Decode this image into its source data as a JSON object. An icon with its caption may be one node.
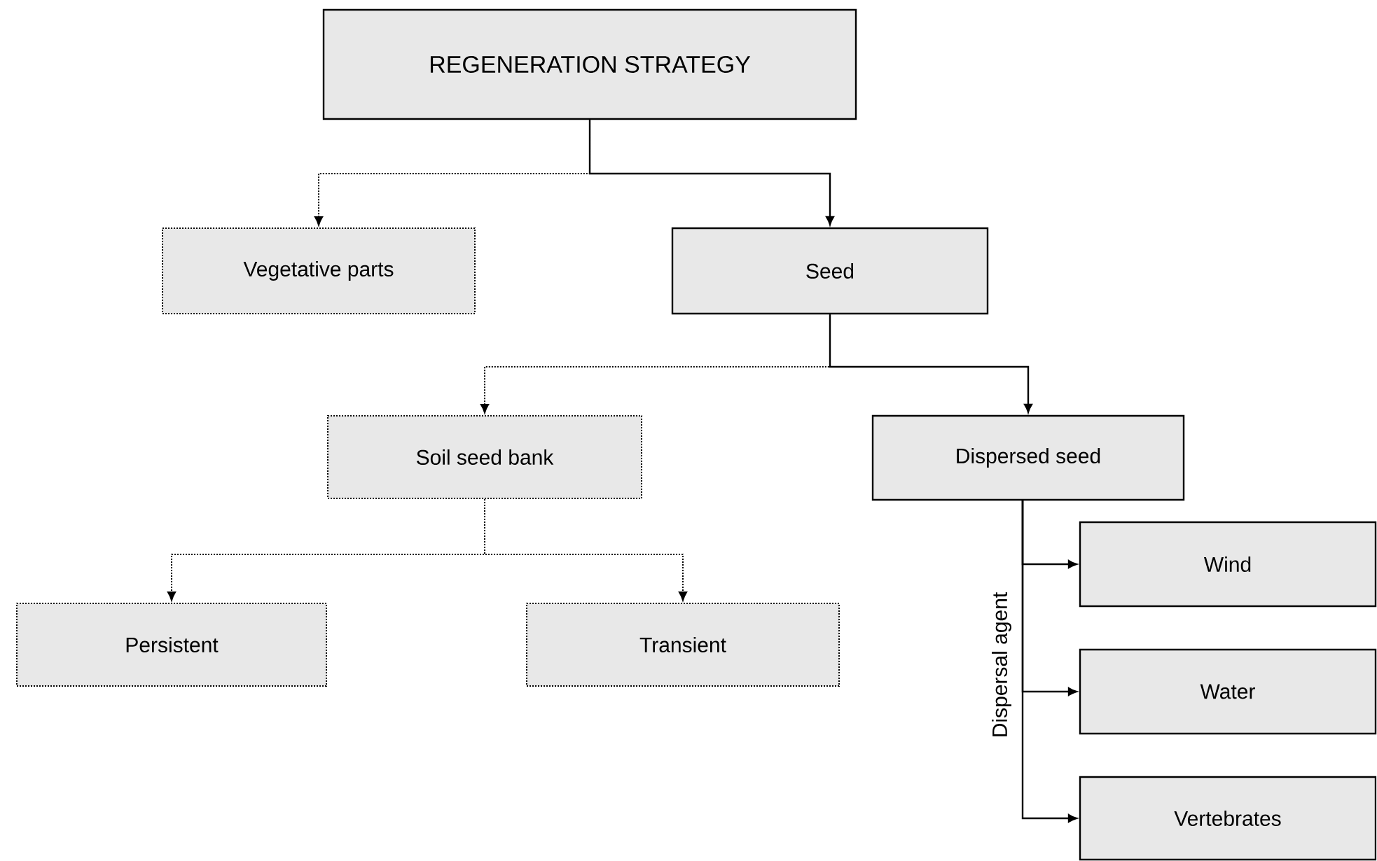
{
  "diagram": {
    "nodes": [
      {
        "text": [
          "REGENERATION STRATEGY"
        ]
      },
      {
        "text": [
          "Vegetative parts"
        ]
      },
      {
        "text": [
          "Seed"
        ]
      },
      {
        "text": [
          "Soil seed bank"
        ]
      },
      {
        "text": [
          "Dispersed seed"
        ]
      },
      {
        "text": [
          "Persistent"
        ]
      },
      {
        "text": [
          "Transient"
        ]
      },
      {
        "text": [
          "Wind"
        ]
      },
      {
        "text": [
          "Water"
        ]
      },
      {
        "text": [
          "Vertebrates"
        ]
      }
    ],
    "edges": [
      {
        "from": 0,
        "to": 1,
        "arrow": "to",
        "style": "dashed"
      },
      {
        "from": 0,
        "to": 2,
        "arrow": "to"
      },
      {
        "from": 2,
        "to": 3,
        "arrow": "to",
        "style": "dashed"
      },
      {
        "from": 2,
        "to": 4,
        "arrow": "to"
      },
      {
        "from": 3,
        "to": 5,
        "arrow": "to",
        "style": "dashed"
      },
      {
        "from": 3,
        "to": 6,
        "arrow": "to",
        "style": "dashed"
      },
      {
        "from": 4,
        "to": 7,
        "arrow": "to"
      },
      {
        "from": 4,
        "to": 8,
        "arrow": "to"
      },
      {
        "from": 4,
        "to": 9,
        "arrow": "to"
      }
    ],
    "labels": [
      "Dispersal agent"
    ]
  }
}
